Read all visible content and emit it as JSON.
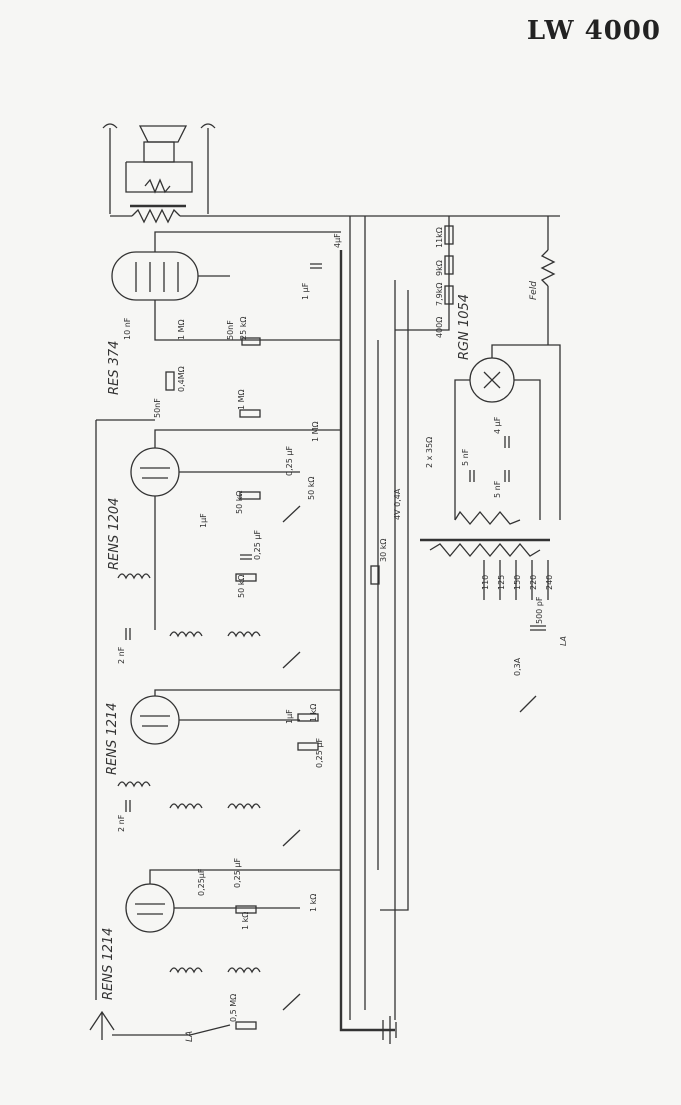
{
  "title": "LW 4000",
  "tubes": [
    {
      "label": "RES 374"
    },
    {
      "label": "RENS 1204"
    },
    {
      "label": "RENS 1214"
    },
    {
      "label": "RENS 1214"
    },
    {
      "label": "RGN 1054"
    }
  ],
  "components": {
    "r_11k": "11kΩ",
    "r_9k": "9kΩ",
    "r_7_9k": "7,9kΩ",
    "r_400": "400Ω",
    "feld": "Feld",
    "c_4u": "4µF",
    "c_1u_top": "1 µF",
    "c_10n": "10 nF",
    "r_1m_a": "1 MΩ",
    "c_50n_a": "50nF",
    "r_25k": "25 kΩ",
    "r_0_4m": "0,4MΩ",
    "c_50n_b": "50nF",
    "r_1m_b": "1 MΩ",
    "r_1m_c": "1 MΩ",
    "c_0_25u_a": "0,25 µF",
    "r_50k_a": "50 kΩ",
    "r_50k_b": "50 kΩ",
    "c_1u_b": "1µF",
    "c_0_25u_b": "0,25 µF",
    "r_50k_c": "50 kΩ",
    "r_2x35": "2 x 35Ω",
    "lamp": "4V 0,4A",
    "c_5n_a": "5 nF",
    "c_5n_b": "5 nF",
    "c_4u_b": "4 µF",
    "r_30k": "30 kΩ",
    "c_2n_a": "2 nF",
    "c_1u_c": "1µF",
    "r_1k_a": "1 kΩ",
    "c_0_25u_c": "0,25 µF",
    "c_2n_b": "2 nF",
    "c_0_25u_d": "0,25µF",
    "c_0_25u_e": "0,25 µF",
    "r_1k_b": "1 kΩ",
    "r_1k_c": "1 kΩ",
    "r_0_5m": "0,5 MΩ",
    "c_500p": "500 pF",
    "fuse": "0,3A",
    "la_a": "LA",
    "la_b": "LA",
    "taps": [
      "110",
      "125",
      "150",
      "220",
      "240"
    ]
  }
}
